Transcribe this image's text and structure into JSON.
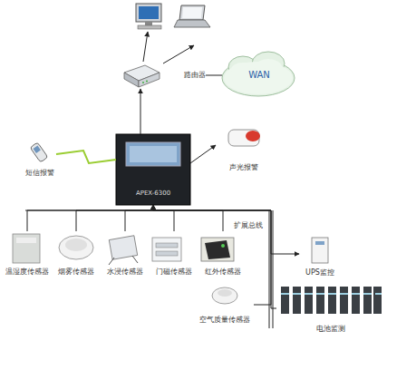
{
  "diagram": {
    "nodes": [
      {
        "text": [
          "路由器"
        ]
      },
      {
        "text": [
          "WAN"
        ]
      },
      {
        "text": [
          "APEX-6300"
        ]
      },
      {
        "text": [
          "短信报警"
        ]
      },
      {
        "text": [
          "声光报警"
        ]
      },
      {
        "text": [
          "温湿度传感器"
        ]
      },
      {
        "text": [
          "烟雾传感器"
        ]
      },
      {
        "text": [
          "水浸传感器"
        ]
      },
      {
        "text": [
          "门磁传感器"
        ]
      },
      {
        "text": [
          "红外传感器"
        ]
      },
      {
        "text": [
          "空气质量传感器"
        ]
      },
      {
        "text": [
          "UPS监控"
        ]
      },
      {
        "text": [
          "电池监测"
        ]
      }
    ],
    "edges": [
      {
        "from": 2,
        "to": 0,
        "arrow": "to"
      },
      {
        "from": 0,
        "to": 1,
        "arrow": "none"
      },
      {
        "from": 3,
        "to": 2,
        "arrow": "none"
      },
      {
        "from": 2,
        "to": 4,
        "arrow": "to"
      },
      {
        "from": 5,
        "to": 2,
        "arrow": "to"
      },
      {
        "from": 6,
        "to": 2,
        "arrow": "to"
      },
      {
        "from": 7,
        "to": 2,
        "arrow": "to"
      },
      {
        "from": 8,
        "to": 2,
        "arrow": "to"
      },
      {
        "from": 9,
        "to": 2,
        "arrow": "to"
      },
      {
        "from": 10,
        "to": 2,
        "arrow": "none"
      },
      {
        "from": 11,
        "to": 2,
        "arrow": "both"
      },
      {
        "from": 12,
        "to": 2,
        "arrow": "none"
      }
    ],
    "labels": [
      "扩展总线"
    ]
  }
}
